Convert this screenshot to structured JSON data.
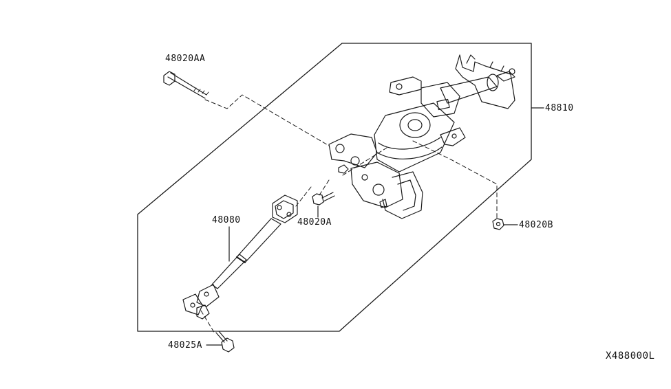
{
  "diagram": {
    "reference_code": "X488000L",
    "line_color": "#1a1a1a",
    "parts": [
      {
        "id": "48020AA",
        "label": "48020AA"
      },
      {
        "id": "48810",
        "label": "48810"
      },
      {
        "id": "48080",
        "label": "48080"
      },
      {
        "id": "48020A",
        "label": "48020A"
      },
      {
        "id": "48020B",
        "label": "48020B"
      },
      {
        "id": "48025A",
        "label": "48025A"
      }
    ]
  }
}
